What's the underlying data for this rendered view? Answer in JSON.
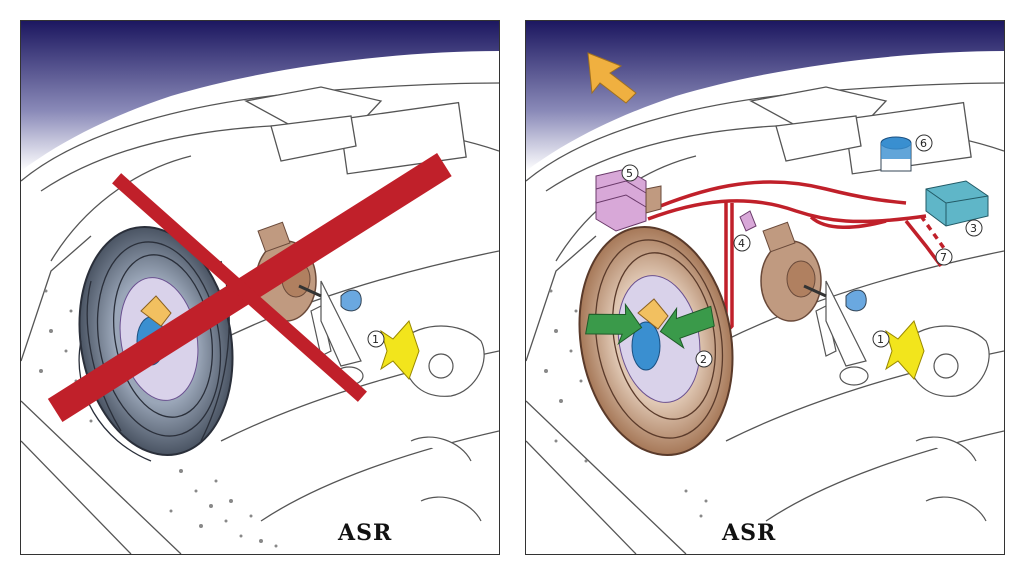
{
  "panels": [
    {
      "id": "without",
      "caption": "ASR",
      "caption_crossed": true,
      "callouts": [
        "1"
      ]
    },
    {
      "id": "with",
      "caption": "ASR",
      "caption_crossed": false,
      "callouts": [
        "1",
        "2",
        "3",
        "4",
        "5",
        "6",
        "7"
      ]
    }
  ],
  "colors": {
    "sky_top": "#1c1760",
    "sky_bottom": "#ffffff",
    "tire_dark": "#4a5463",
    "tire_brown": "#b88a6a",
    "brake_line": "#c0202a",
    "arrow_yellow": "#f2e51c",
    "arrow_orange": "#f0b040",
    "arrow_green": "#3a9a4a",
    "hub_blue": "#3a8fd0",
    "booster": "#c09a80",
    "module_pink": "#d8a8d8",
    "module_teal": "#5fb6c8"
  }
}
